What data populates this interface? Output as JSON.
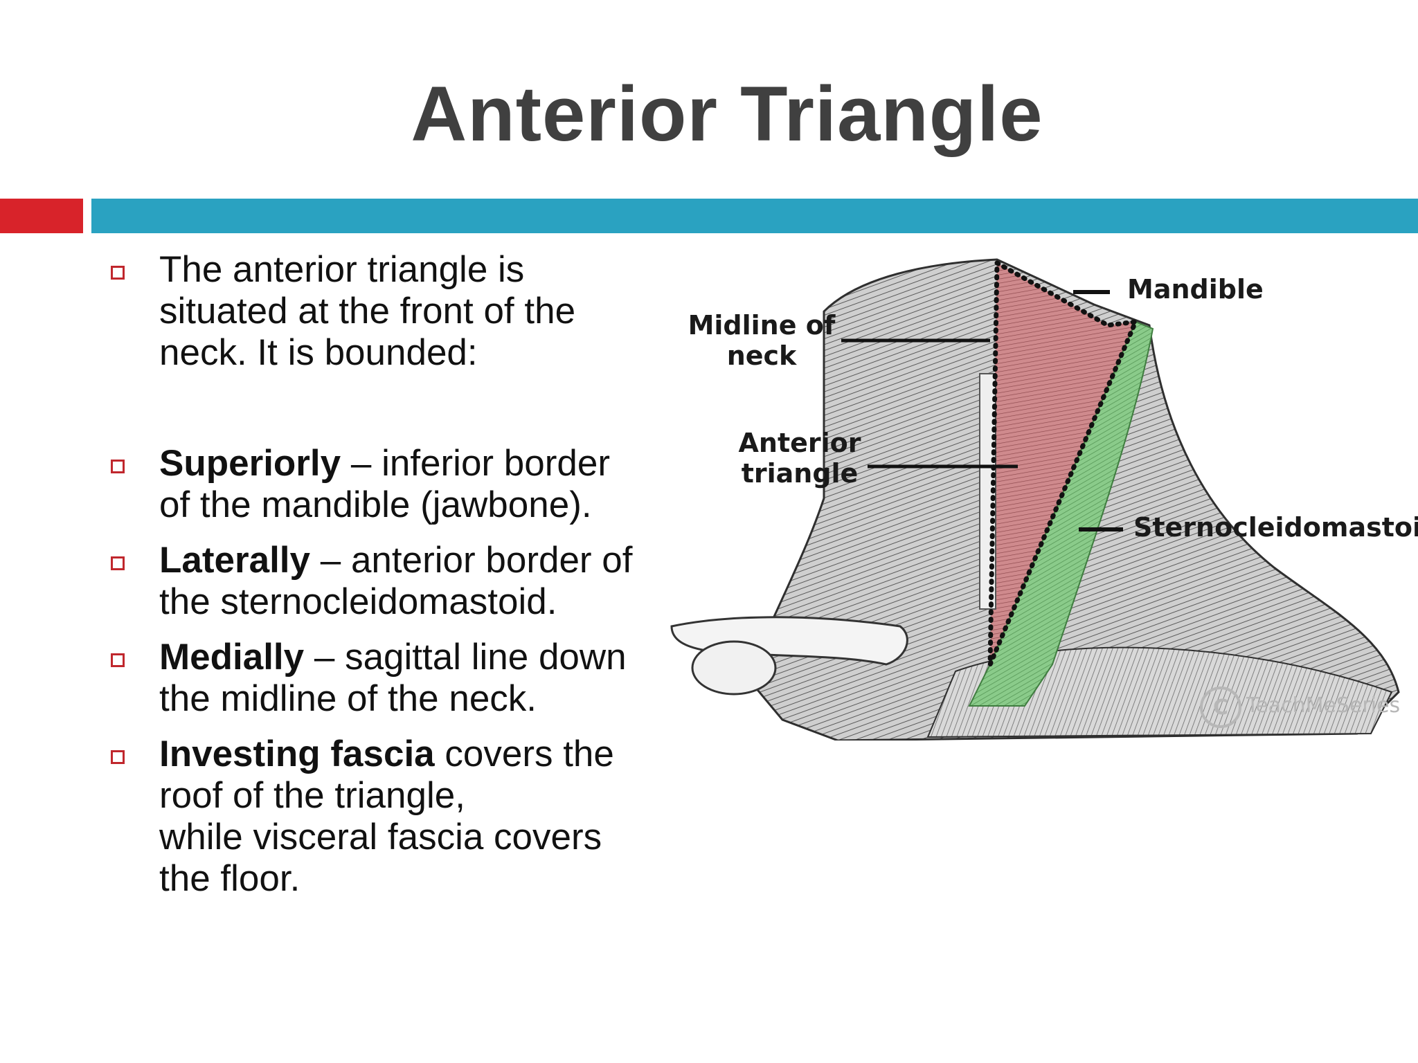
{
  "slide": {
    "title": "Anterior Triangle"
  },
  "bullets": [
    {
      "lines": [
        "The anterior triangle is",
        "situated at the front of the",
        "neck. It is bounded:"
      ]
    },
    {
      "bold": "Superiorly",
      "rest": " – inferior border",
      "lines": [
        "of the mandible (jawbone)."
      ]
    },
    {
      "bold": "Laterally",
      "rest": " – anterior border of",
      "lines": [
        "the sternocleidomastoid."
      ]
    },
    {
      "bold": "Medially",
      "rest": " – sagittal line down",
      "lines": [
        "the midline of the neck."
      ]
    },
    {
      "bold": "Investing fascia",
      "rest": " covers the",
      "lines": [
        "roof of the triangle,",
        "while visceral fascia covers",
        "the floor."
      ]
    }
  ],
  "figure": {
    "labels": {
      "mandible": "Mandible",
      "midline_line1": "Midline of",
      "midline_line2": "neck",
      "anterior_line1": "Anterior",
      "anterior_line2": "triangle",
      "scm": "Sternocleidomastoid"
    },
    "watermark": "TeachMeSeries",
    "watermark_symbol": "C"
  },
  "colors": {
    "title": "#404040",
    "accent_red": "#d8232a",
    "accent_blue": "#2aa2c1",
    "bullet_box": "#c0272d",
    "triangle_fill": "#c9777b",
    "scm_fill": "#7dbf7d"
  }
}
